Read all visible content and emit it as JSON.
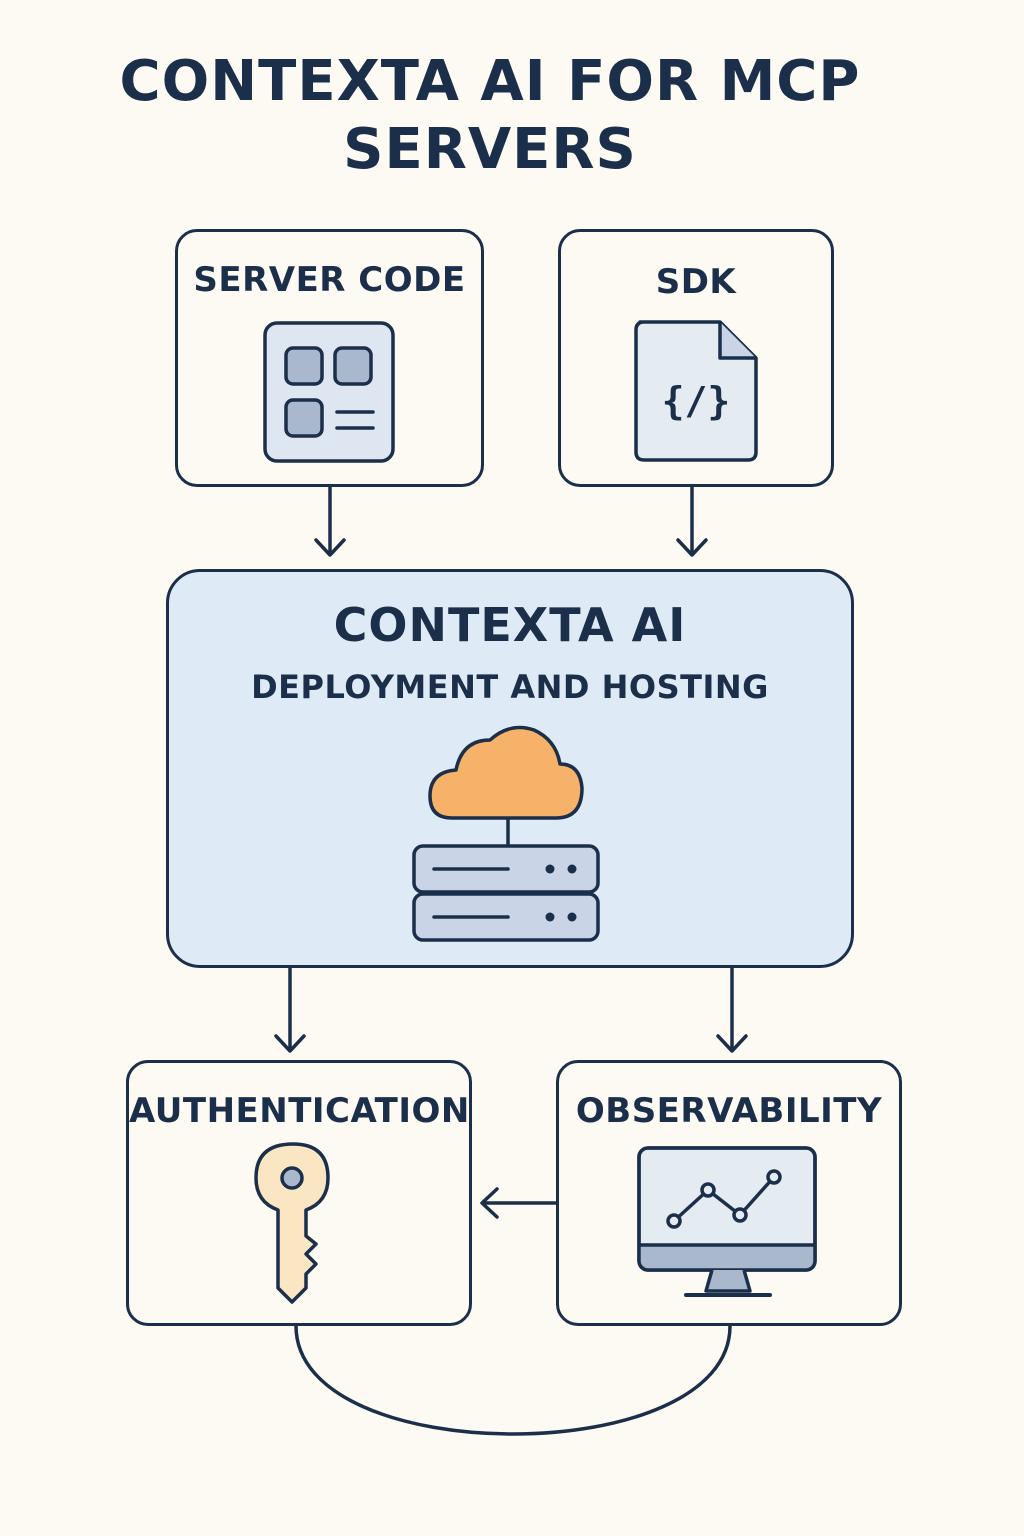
{
  "title": {
    "line1": "CONTEXTA AI FOR MCP",
    "line2": "SERVERS"
  },
  "nodes": {
    "server_code": {
      "label": "SERVER CODE",
      "icon": "app-grid-icon"
    },
    "sdk": {
      "label": "SDK",
      "icon": "code-file-icon",
      "icon_text": "{/}"
    },
    "contexta": {
      "title": "CONTEXTA AI",
      "subtitle": "DEPLOYMENT AND HOSTING",
      "icon": "cloud-server-icon"
    },
    "authentication": {
      "label": "AUTHENTICATION",
      "icon": "key-icon"
    },
    "observability": {
      "label": "OBSERVABILITY",
      "icon": "monitor-chart-icon"
    }
  },
  "edges": [
    {
      "from": "SERVER CODE",
      "to": "CONTEXTA AI"
    },
    {
      "from": "SDK",
      "to": "CONTEXTA AI"
    },
    {
      "from": "CONTEXTA AI",
      "to": "AUTHENTICATION"
    },
    {
      "from": "CONTEXTA AI",
      "to": "OBSERVABILITY"
    },
    {
      "from": "OBSERVABILITY",
      "to": "AUTHENTICATION"
    },
    {
      "from": "AUTHENTICATION",
      "to": "OBSERVABILITY",
      "style": "curve"
    }
  ],
  "colors": {
    "ink": "#1b2f4b",
    "background": "#fdfaf3",
    "main_fill": "#deeaf5",
    "cloud": "#f7b26a",
    "key": "#fbe6c4",
    "icon_fill": "#c9d5e6"
  }
}
